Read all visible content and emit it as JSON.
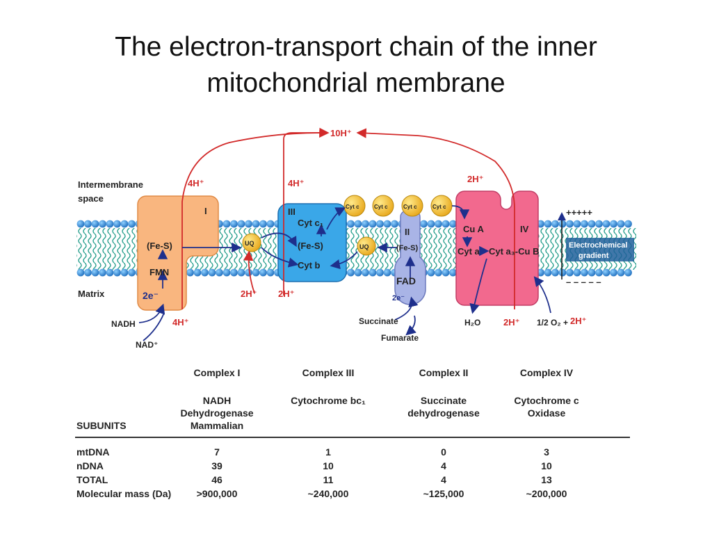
{
  "title": {
    "line1": "The electron-transport chain of the inner",
    "line2": "mitochondrial membrane"
  },
  "regions": {
    "intermembrane1": "Intermembrane",
    "intermembrane2": "space",
    "matrix": "Matrix",
    "electrochemical1": "Electrochemical",
    "electrochemical2": "gradient",
    "plus": "+++++",
    "minus": "– – – – –"
  },
  "complex_i": {
    "roman": "I",
    "fes": "(Fe-S)",
    "fmn": "FMN",
    "electrons": "2e⁻",
    "nadh": "NADH",
    "nad": "NAD⁺"
  },
  "complex_iii": {
    "roman": "III",
    "cytc1": "Cyt c₁",
    "fes": "(Fe-S)",
    "cytb": "Cyt b"
  },
  "complex_ii": {
    "roman": "II",
    "fes": "(Fe-S)",
    "fad": "FAD",
    "electrons": "2e⁻",
    "succinate": "Succinate",
    "fumarate": "Fumarate"
  },
  "complex_iv": {
    "roman": "IV",
    "cua": "Cu A",
    "cyta": "Cyt a",
    "cyta3cub": "Cyt a₃-Cu B",
    "h2o": "H₂O",
    "h2out": "2H⁺",
    "oxygen": "1/2 O₂ +",
    "oxygen_h": "2H⁺"
  },
  "carriers": {
    "uq": "UQ",
    "cytc": "Cyt c"
  },
  "protons": {
    "total": "10H⁺",
    "c1_out": "4H⁺",
    "c1_in": "4H⁺",
    "c3_out": "4H⁺",
    "c3_in_a": "2H⁺",
    "c3_in_b": "2H⁺",
    "c4_out": "2H⁺"
  },
  "table": {
    "headers": [
      "Complex I",
      "Complex III",
      "Complex II",
      "Complex IV"
    ],
    "names": [
      [
        "NADH",
        "Dehydrogenase",
        "Mammalian"
      ],
      [
        "Cytochrome bc₁"
      ],
      [
        "Succinate",
        "dehydrogenase"
      ],
      [
        "Cytochrome c",
        "Oxidase"
      ]
    ],
    "subunits_label": "SUBUNITS",
    "rows": [
      {
        "label": "mtDNA",
        "values": [
          "7",
          "1",
          "0",
          "3"
        ]
      },
      {
        "label": "nDNA",
        "values": [
          "39",
          "10",
          "4",
          "10"
        ]
      },
      {
        "label": "TOTAL",
        "values": [
          "46",
          "11",
          "4",
          "13"
        ]
      },
      {
        "label": "Molecular mass (Da)",
        "values": [
          ">900,000",
          "~240,000",
          "~125,000",
          "~200,000"
        ]
      }
    ]
  },
  "colors": {
    "complex_i": "#f9b67f",
    "complex_iii": "#3aa7e8",
    "complex_ii": "#a9b4e6",
    "complex_iv": "#f2698e",
    "carrier": "#f4c430",
    "proton_arrow": "#d22a2a",
    "electron_arrow": "#1e2f8c",
    "membrane_head": "#2f86d1"
  }
}
